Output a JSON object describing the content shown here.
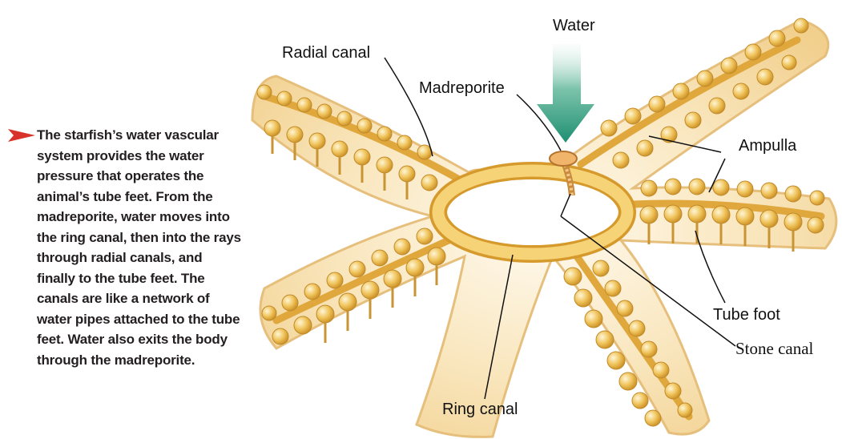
{
  "caption": {
    "text": "The starfish’s water vascular system provides the water pressure that operates the animal’s tube feet. From the madreporite, water moves into the ring canal, then into the rays through radial canals, and finally to the tube feet. The canals are like a network of water pipes attached to the tube feet. Water also exits the body through the madreporite."
  },
  "labels": {
    "water": "Water",
    "radial_canal": "Radial canal",
    "madreporite": "Madreporite",
    "ampulla": "Ampulla",
    "tube_foot": "Tube foot",
    "stone_canal": "Stone canal",
    "ring_canal": "Ring canal"
  },
  "colors": {
    "body": "#f6ddaa",
    "canal": "#f1c45c",
    "canal_outline": "#d69a2c",
    "ampulla": "#edbe52",
    "water_arrow": "#2f9a7e",
    "caption_arrow": "#d8322a"
  }
}
